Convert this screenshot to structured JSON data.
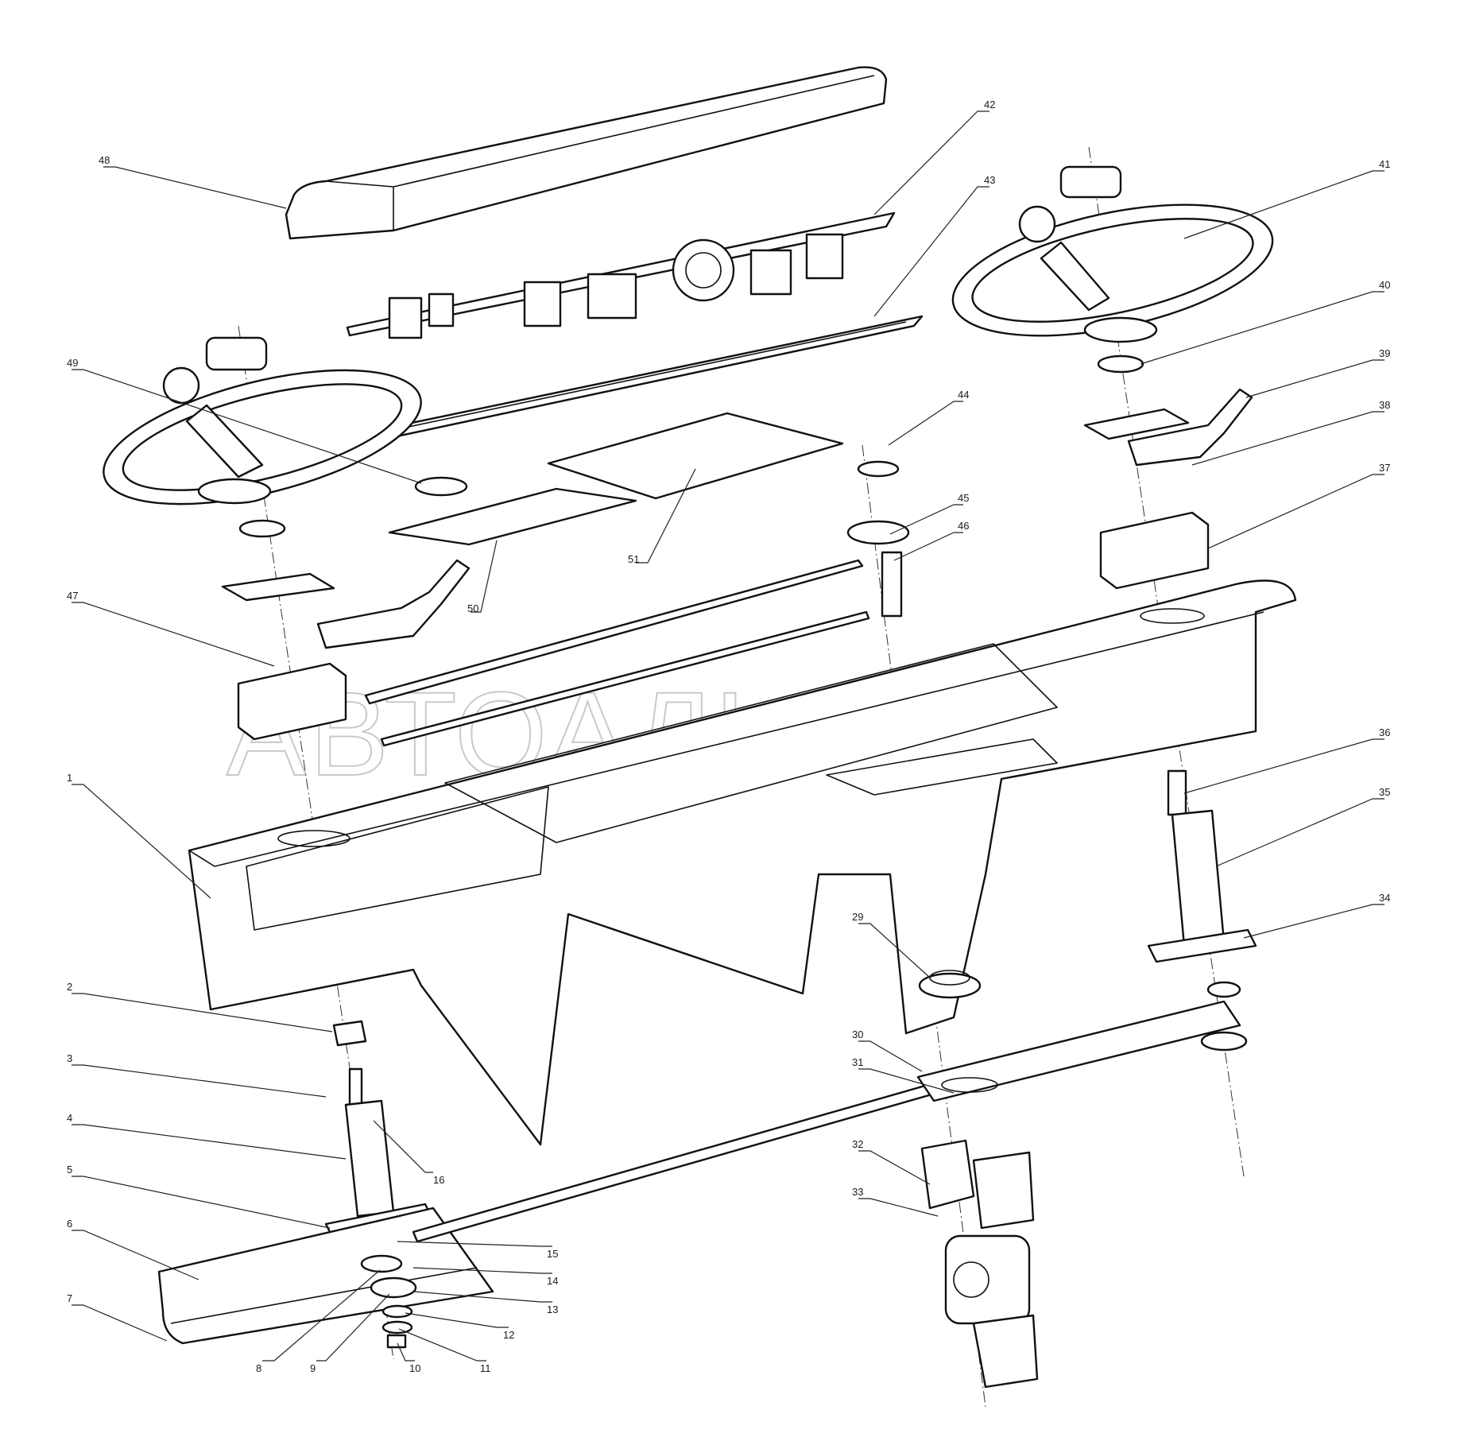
{
  "watermark": "АВТОАЛЬЯНС",
  "part_numbers": [
    "1",
    "2",
    "3",
    "4",
    "5",
    "6",
    "7",
    "8",
    "9",
    "10",
    "11",
    "12",
    "13",
    "14",
    "15",
    "16",
    "29",
    "30",
    "31",
    "32",
    "33",
    "34",
    "35",
    "36",
    "37",
    "38",
    "39",
    "40",
    "41",
    "42",
    "43",
    "44",
    "45",
    "46",
    "47",
    "48",
    "49",
    "50",
    "51"
  ],
  "colors": {
    "line": "#111111",
    "background": "#ffffff",
    "watermark": "#c9c9c9"
  }
}
